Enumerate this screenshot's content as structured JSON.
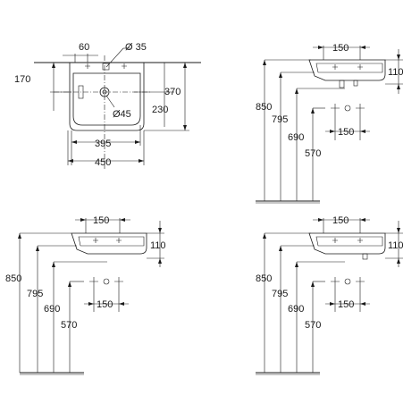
{
  "plan_view": {
    "dim_60": "60",
    "dim_diam35": "Ø 35",
    "dim_170": "170",
    "dim_370": "370",
    "dim_diam45": "Ø45",
    "dim_230": "230",
    "dim_395": "395",
    "dim_450": "450"
  },
  "elevation_top_right": {
    "w150_top": "150",
    "h110": "110",
    "h850": "850",
    "h795": "795",
    "h690": "690",
    "h570": "570",
    "w150_bottom": "150"
  },
  "elevation_bottom_left": {
    "w150_top": "150",
    "h110": "110",
    "h850": "850",
    "h795": "795",
    "h690": "690",
    "h570": "570",
    "w150_bottom": "150"
  },
  "elevation_bottom_right": {
    "w150_top": "150",
    "h110": "110",
    "h850": "850",
    "h795": "795",
    "h690": "690",
    "h570": "570",
    "w150_bottom": "150"
  },
  "colors": {
    "line": "#1a1a1a",
    "background": "#ffffff"
  }
}
